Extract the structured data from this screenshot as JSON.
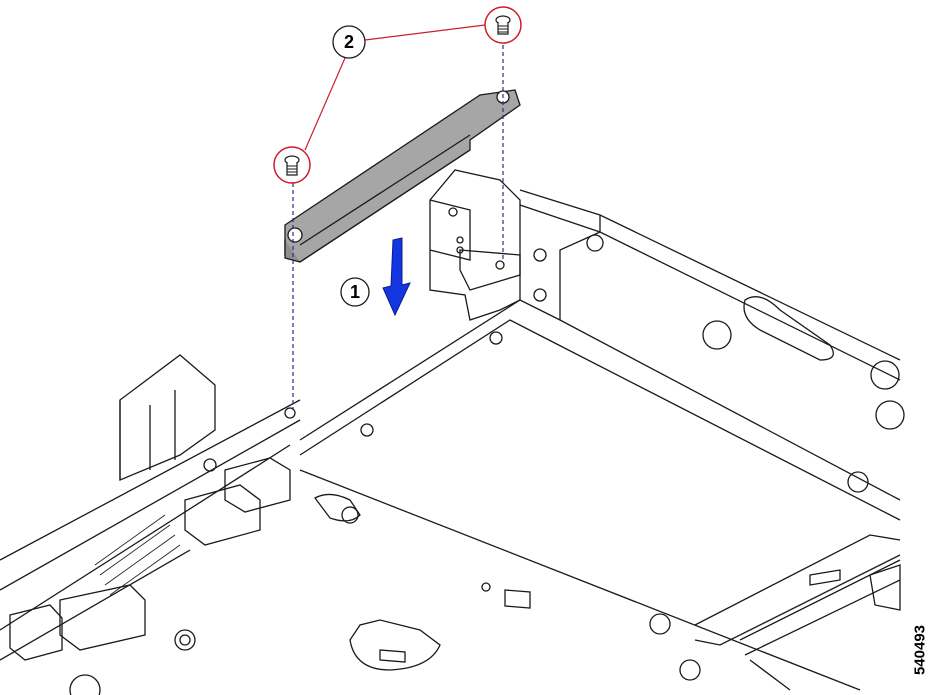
{
  "callouts": [
    {
      "label": "1"
    },
    {
      "label": "2"
    }
  ],
  "figure_id": "540493",
  "colors": {
    "line": "#1a1a1a",
    "bracket_fill": "#a6a6a6",
    "bracket_dark": "#8f8f8f",
    "callout_ring": "#d01c2a",
    "arrow": "#1436e0",
    "guide": "#2a2f8c"
  },
  "icons": [
    "screw-icon",
    "down-arrow-icon"
  ]
}
